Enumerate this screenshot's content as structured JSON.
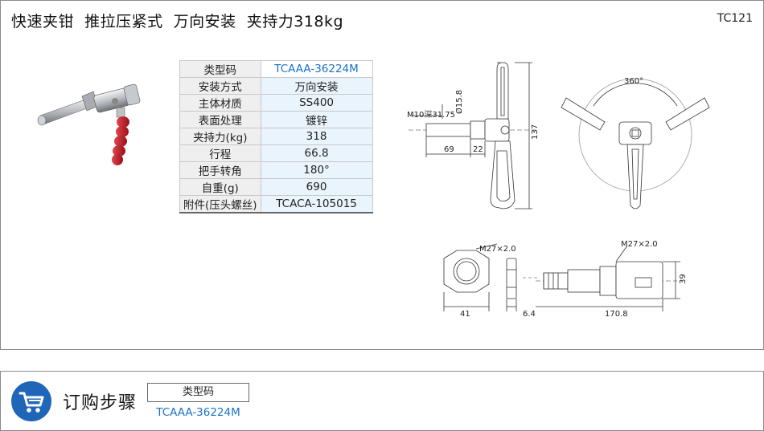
{
  "header": {
    "title": "快速夹钳  推拉压紧式  万向安装  夹持力318kg",
    "code": "TC121"
  },
  "spec_table": {
    "rows": [
      {
        "label": "类型码",
        "value": "TCAAA-36224M"
      },
      {
        "label": "安装方式",
        "value": "万向安装"
      },
      {
        "label": "主体材质",
        "value": "SS400"
      },
      {
        "label": "表面处理",
        "value": "镀锌"
      },
      {
        "label": "夹持力(kg)",
        "value": "318"
      },
      {
        "label": "行程",
        "value": "66.8"
      },
      {
        "label": "把手转角",
        "value": "180°"
      },
      {
        "label": "自重(g)",
        "value": "690"
      },
      {
        "label": "附件(压头螺丝)",
        "value": "TCACA-105015"
      }
    ]
  },
  "drawing_dims": {
    "thread_label": "M10深31.75",
    "diameter": "Ø15.8",
    "len_69": "69",
    "len_22": "22",
    "height_137": "137",
    "angle": "360°",
    "nut_thread": "M27×2.0",
    "nut_width": "41",
    "nut_thickness": "6.4",
    "body_thread": "M27×2.0",
    "body_len": "170.8",
    "body_height": "39"
  },
  "order": {
    "title": "订购步骤",
    "column_header": "类型码",
    "code": "TCAAA-36224M",
    "icon": "shopping-cart-icon",
    "accent": "#1f66b8"
  },
  "colors": {
    "link_blue": "#1a73c6",
    "handle_red": "#c8232c"
  }
}
